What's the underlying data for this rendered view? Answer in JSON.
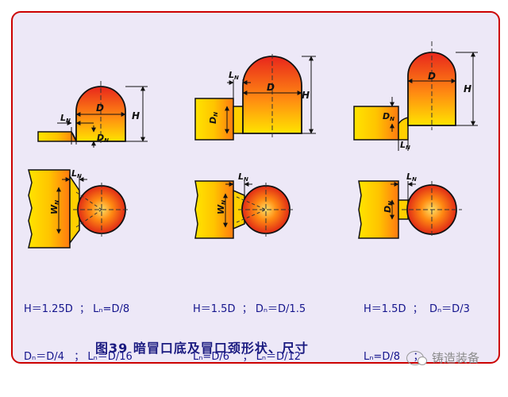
{
  "labels": {
    "D": "D",
    "H": "H",
    "LN": "L",
    "DN": "D",
    "WN": "W",
    "sub": "N"
  },
  "formulas": [
    {
      "line1": "H＝1.25D  ； Lₙ=D/8",
      "line2": "Dₙ＝D/4   ； Lₙ＝D/16"
    },
    {
      "line1": "H＝1.5D  ； Dₙ＝D/1.5",
      "line2": "Lₙ=D/6    ； Lₙ＝D/12"
    },
    {
      "line1": "H＝1.5D  ；  Dₙ＝D/3",
      "line2": "Lₙ=D/8    ；"
    }
  ],
  "caption": "图39 暗冒口底及冒口颈形状、尺寸",
  "watermark": "铸造装备",
  "colors": {
    "border": "#cc0000",
    "background": "#ede8f7",
    "outline": "#111111",
    "text": "#14148c",
    "riser_red": "#e8261c",
    "riser_yellow": "#ffe400"
  }
}
